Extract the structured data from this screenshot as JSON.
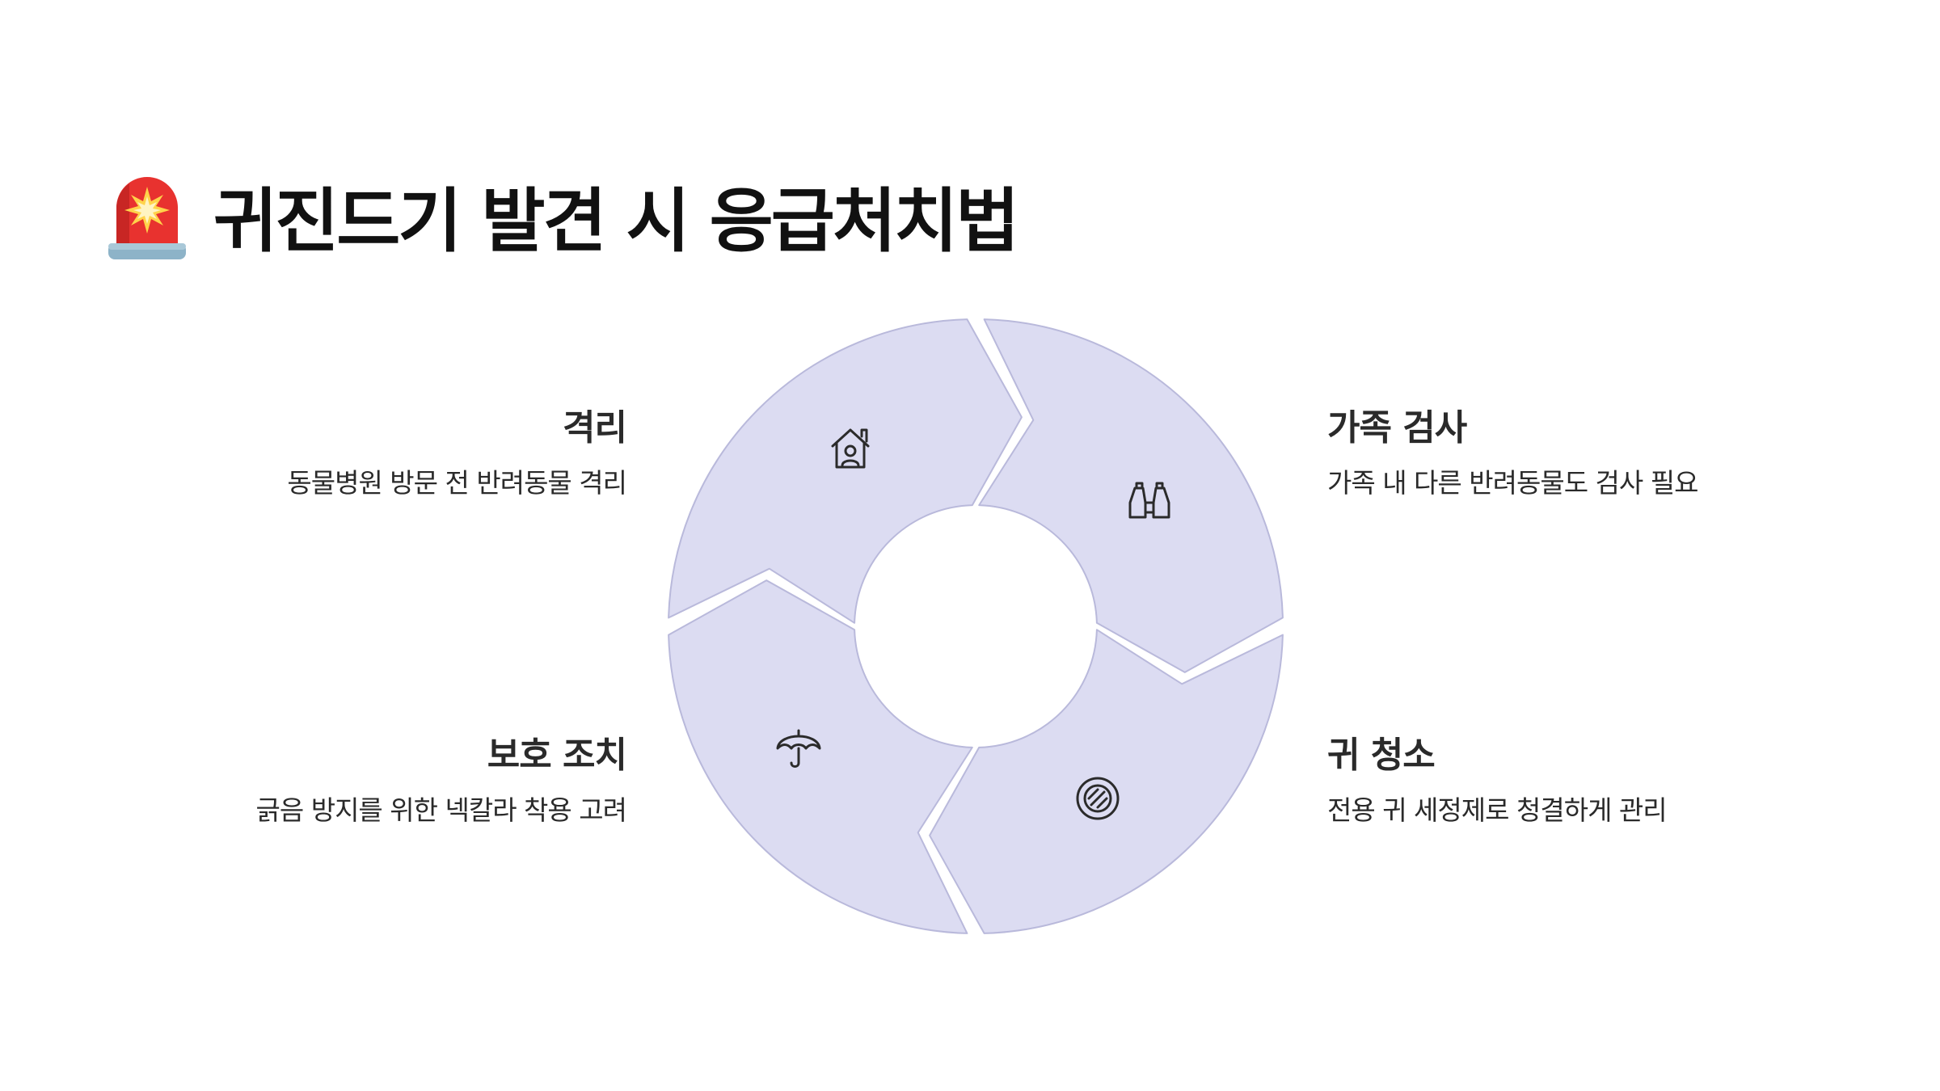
{
  "header": {
    "icon": "rotating-light-siren-icon",
    "title": "귀진드기 발견 시 응급처치법"
  },
  "colors": {
    "segment_fill": "#dcdcf2",
    "segment_stroke": "#b9b9db",
    "text": "#2a2a2a",
    "title": "#111111"
  },
  "steps": [
    {
      "id": "isolation",
      "icon": "house-person-icon",
      "title": "격리",
      "description": "동물병원 방문 전 반려동물 격리"
    },
    {
      "id": "family",
      "icon": "binoculars-icon",
      "title": "가족 검사",
      "description": "가족 내 다른 반려동물도 검사 필요"
    },
    {
      "id": "ear",
      "icon": "ear-cleaning-icon",
      "title": "귀 청소",
      "description": "전용 귀 세정제로 청결하게 관리"
    },
    {
      "id": "protection",
      "icon": "umbrella-icon",
      "title": "보호 조치",
      "description": "긁음 방지를 위한 넥칼라 착용 고려"
    }
  ]
}
